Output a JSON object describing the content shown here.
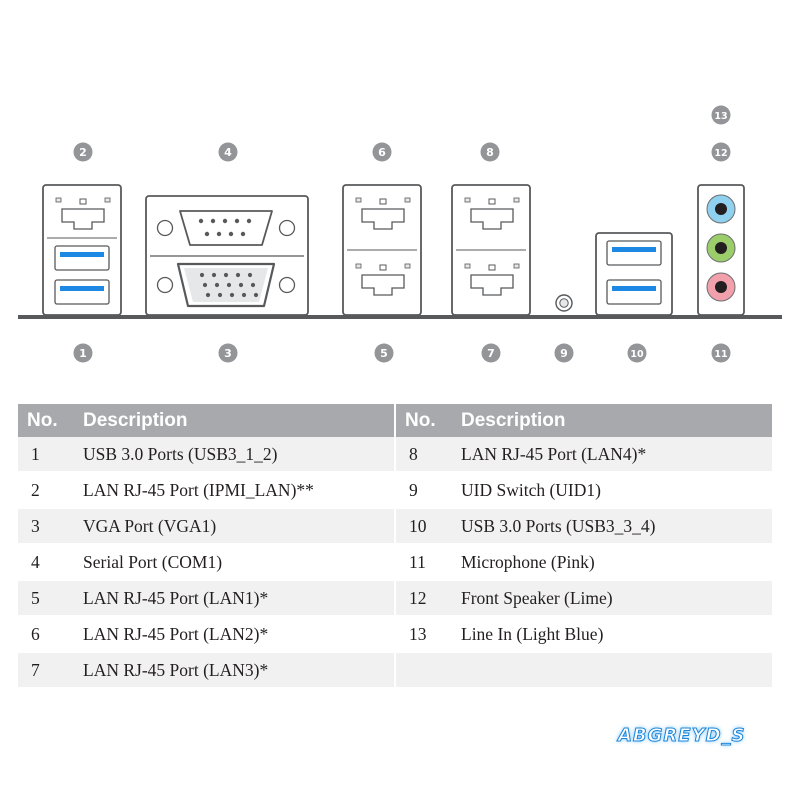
{
  "callouts": {
    "n1": "1",
    "n2": "2",
    "n3": "3",
    "n4": "4",
    "n5": "5",
    "n6": "6",
    "n7": "7",
    "n8": "8",
    "n9": "9",
    "n10": "10",
    "n11": "11",
    "n12": "12",
    "n13": "13"
  },
  "table": {
    "header_no": "No.",
    "header_desc": "Description",
    "left_rows": [
      {
        "no": "1",
        "desc": "USB 3.0  Ports  (USB3_1_2)"
      },
      {
        "no": "2",
        "desc": "LAN RJ-45 Port (IPMI_LAN)**"
      },
      {
        "no": "3",
        "desc": "VGA Port (VGA1)"
      },
      {
        "no": "4",
        "desc": "Serial Port (COM1)"
      },
      {
        "no": "5",
        "desc": "LAN RJ-45 Port (LAN1)*"
      },
      {
        "no": "6",
        "desc": "LAN RJ-45 Port (LAN2)*"
      },
      {
        "no": "7",
        "desc": "LAN RJ-45 Port (LAN3)*"
      }
    ],
    "right_rows": [
      {
        "no": "8",
        "desc": "LAN RJ-45 Port (LAN4)*"
      },
      {
        "no": "9",
        "desc": "UID Switch (UID1)"
      },
      {
        "no": "10",
        "desc": "USB 3.0  Ports  (USB3_3_4)"
      },
      {
        "no": "11",
        "desc": "Microphone (Pink)"
      },
      {
        "no": "12",
        "desc": "Front Speaker (Lime)"
      },
      {
        "no": "13",
        "desc": "Line In (Light Blue)"
      },
      {
        "no": "",
        "desc": ""
      }
    ]
  },
  "watermark": "ABGREYD_S",
  "colors": {
    "usb_blue": "#1e88e5",
    "jack_light_blue": "#8fd1ee",
    "jack_lime": "#9ccd6b",
    "jack_pink": "#f2a0ac",
    "header_gray": "#a7a9ac",
    "row_shade": "#f1f1f2"
  }
}
